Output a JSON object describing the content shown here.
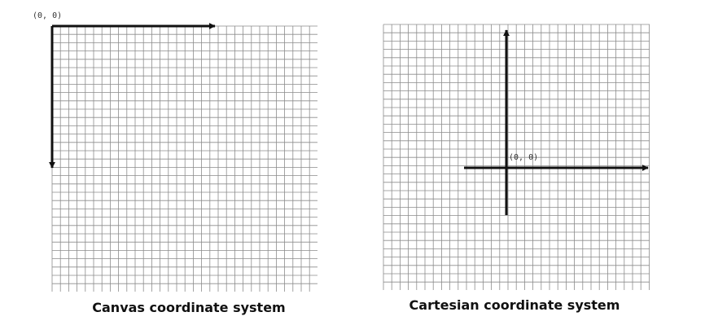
{
  "diagrams": [
    {
      "caption": "Canvas coordinate system",
      "origin_label": "(0, 0)",
      "grid_color": "#8c8c8c",
      "axis_color": "#111111"
    },
    {
      "caption": "Cartesian coordinate system",
      "origin_label": "(0, 0)",
      "grid_color": "#8c8c8c",
      "axis_color": "#111111"
    }
  ]
}
